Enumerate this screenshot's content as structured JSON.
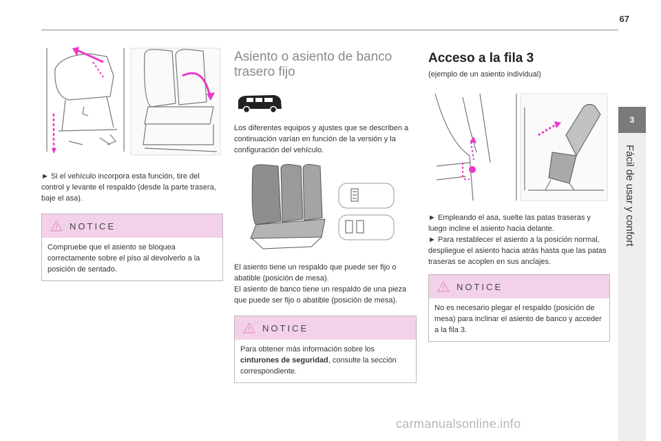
{
  "page": {
    "number": "67",
    "chapter_number": "3",
    "chapter_title": "Fácil de usar y confort",
    "watermark": "carmanualsonline.info"
  },
  "col1": {
    "instruction": "► Si el vehículo incorpora esta función, tire del control y levante el respaldo (desde la parte trasera, baje el asa).",
    "notice": {
      "title": "NOTICE",
      "body": "Compruebe que el asiento se bloquea correctamente sobre el piso al devolverlo a la posición de sentado."
    }
  },
  "col2": {
    "heading": "Asiento o asiento de banco trasero fijo",
    "intro": "Los diferentes equipos y ajustes que se describen a continuación varían en función de la versión y la configuración del vehículo.",
    "desc_line1": "El asiento tiene un respaldo que puede ser fijo o abatible (posición de mesa).",
    "desc_line2": "El asiento de banco tiene un respaldo de una pieza que puede ser fijo o abatible (posición de mesa).",
    "notice": {
      "title": "NOTICE",
      "body_pre": "Para obtener más información sobre los ",
      "body_bold": "cinturones de seguridad",
      "body_post": ", consulte la sección correspondiente."
    }
  },
  "col3": {
    "heading": "Acceso a la fila 3",
    "subheading": "(ejemplo de un asiento individual)",
    "step1": "► Empleando el asa, suelte las patas traseras y luego incline el asiento hacia delante.",
    "step2": "► Para restablecer el asiento a la posición normal, despliegue el asiento hacia atrás hasta que las patas traseras se acoplen en sus anclajes.",
    "notice": {
      "title": "NOTICE",
      "body": "No es necesario plegar el respaldo (posición de mesa) para inclinar el asiento de banco y acceder a la fila 3."
    }
  },
  "colors": {
    "accent_pink": "#ea38c8",
    "notice_header": "#f3d1ea",
    "chapter_tab": "#7a7a7a"
  },
  "icons": [
    "warning-triangle-icon",
    "van-icon"
  ]
}
